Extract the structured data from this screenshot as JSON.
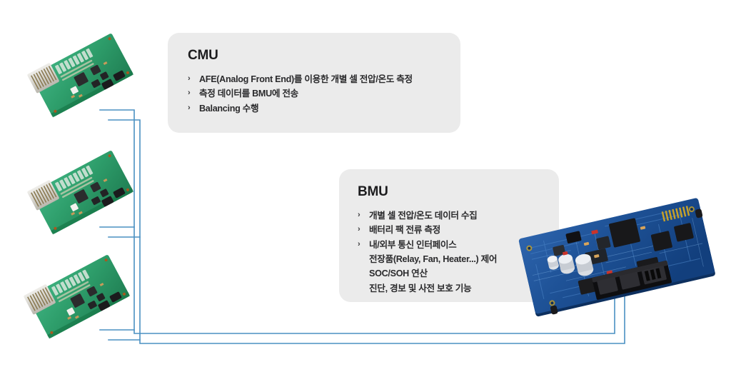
{
  "diagram": {
    "title_hidden": "",
    "accent_line_color": "#4a90c2",
    "panel_bg_color": "#ebebeb",
    "panel_text_color": "#2a2a2c",
    "cmu_board_color": "#2e9e6b",
    "bmu_board_color": "#1b4f96"
  },
  "cmu_panel": {
    "title": "CMU",
    "bullet_marker": "›",
    "items": [
      "AFE(Analog Front End)를 이용한 개별 셀 전압/온도 측정",
      "측정 데이터를 BMU에 전송",
      "Balancing 수행"
    ]
  },
  "bmu_panel": {
    "title": "BMU",
    "bullet_marker": "›",
    "items": [
      "개별 셀 전압/온도 데이터 수집",
      "배터리 팩 전류 측정",
      "내/외부 통신 인터페이스"
    ],
    "sub_items": [
      "전장품(Relay, Fan, Heater...) 제어",
      "SOC/SOH 연산",
      "진단, 경보 및 사전 보호 기능"
    ]
  },
  "boards": {
    "cmu": [
      {
        "label": "cmu-board-1"
      },
      {
        "label": "cmu-board-2"
      },
      {
        "label": "cmu-board-3"
      }
    ],
    "bmu": {
      "label": "bmu-board"
    }
  }
}
